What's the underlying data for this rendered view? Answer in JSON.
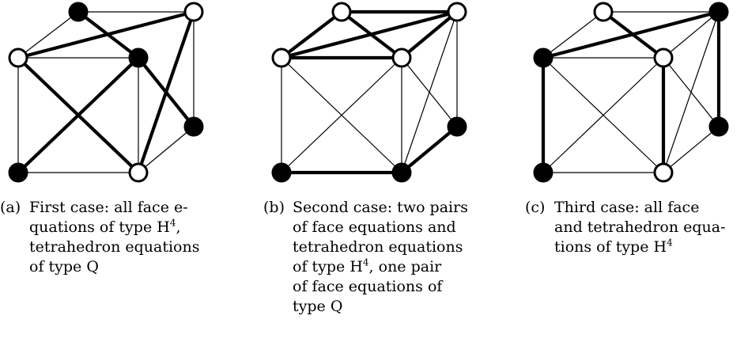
{
  "figures": [
    {
      "label": "(a)",
      "caption_lines": [
        "First case: all face e-",
        "quations of type H^4,",
        "tetrahedron equations",
        "of type Q"
      ]
    },
    {
      "label": "(b)",
      "caption_lines": [
        "Second case: two pairs",
        "of face equations and",
        "tetrahedron equations",
        "of type H^4, one pair",
        "of face equations of",
        "type Q"
      ]
    },
    {
      "label": "(c)",
      "caption_lines": [
        "Third case:  all face",
        "and tetrahedron equa-",
        "tions of type H^4"
      ]
    }
  ],
  "legend_colors": {
    "vertex_filled": "#000000",
    "vertex_open": "#ffffff",
    "edge": "#000000"
  }
}
